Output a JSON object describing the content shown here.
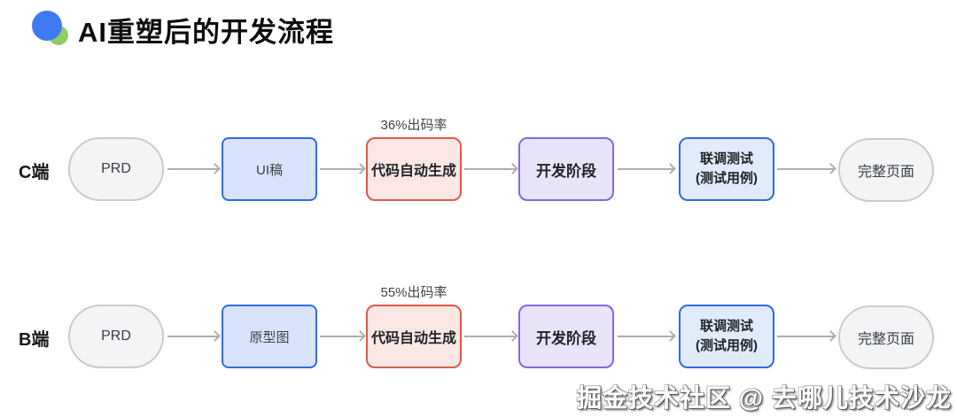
{
  "title": "AI重塑后的开发流程",
  "watermark": "掘金技术社区 @ 去哪儿技术沙龙",
  "colors": {
    "blue_accent": "#2f6be6",
    "red_accent": "#e0584e",
    "purple_accent": "#8565e9",
    "gray_border": "#c8cbcf",
    "arrow": "#abaeb3",
    "logo_blue": "#3e7bf2",
    "logo_green": "#90cc66"
  },
  "rows": [
    {
      "label": "C端",
      "annotation": "36%出码率",
      "nodes": [
        {
          "text": "PRD"
        },
        {
          "text": "UI稿"
        },
        {
          "text": "代码自动生成"
        },
        {
          "text": "开发阶段"
        },
        {
          "text": "联调测试",
          "subtext": "(测试用例)"
        },
        {
          "text": "完整页面"
        }
      ]
    },
    {
      "label": "B端",
      "annotation": "55%出码率",
      "nodes": [
        {
          "text": "PRD"
        },
        {
          "text": "原型图"
        },
        {
          "text": "代码自动生成"
        },
        {
          "text": "开发阶段"
        },
        {
          "text": "联调测试",
          "subtext": "(测试用例)"
        },
        {
          "text": "完整页面"
        }
      ]
    }
  ]
}
